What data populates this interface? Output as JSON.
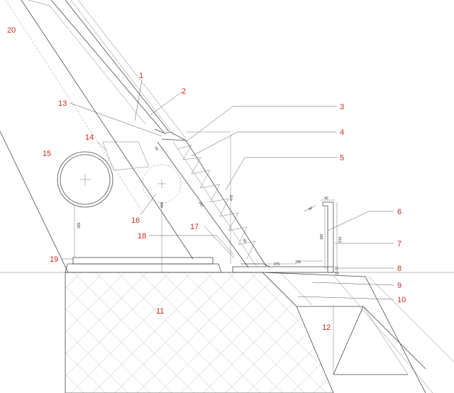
{
  "callouts": [
    {
      "id": "1",
      "text": "1"
    },
    {
      "id": "2",
      "text": "2"
    },
    {
      "id": "3",
      "text": "3"
    },
    {
      "id": "4",
      "text": "4"
    },
    {
      "id": "5",
      "text": "5"
    },
    {
      "id": "6",
      "text": "6"
    },
    {
      "id": "7",
      "text": "7"
    },
    {
      "id": "8",
      "text": "8"
    },
    {
      "id": "9",
      "text": "9"
    },
    {
      "id": "10",
      "text": "10"
    },
    {
      "id": "11",
      "text": "11"
    },
    {
      "id": "12",
      "text": "12"
    },
    {
      "id": "13",
      "text": "13"
    },
    {
      "id": "14",
      "text": "14"
    },
    {
      "id": "15",
      "text": "15"
    },
    {
      "id": "16",
      "text": "16"
    },
    {
      "id": "17",
      "text": "17"
    },
    {
      "id": "18",
      "text": "18"
    },
    {
      "id": "19",
      "text": "19"
    },
    {
      "id": "20",
      "text": "20"
    }
  ],
  "dimensions": {
    "d470": "470",
    "d285": "285",
    "d150": "150",
    "d275": "275",
    "d400": "400",
    "d280": "280",
    "d40": "40",
    "d30": "30",
    "d180": "180",
    "d210": "210",
    "d15": "15",
    "d55": "55",
    "d60": "60",
    "d80": "80"
  },
  "colors": {
    "callout": "#cc2a1e",
    "line": "#4a4a4a"
  }
}
